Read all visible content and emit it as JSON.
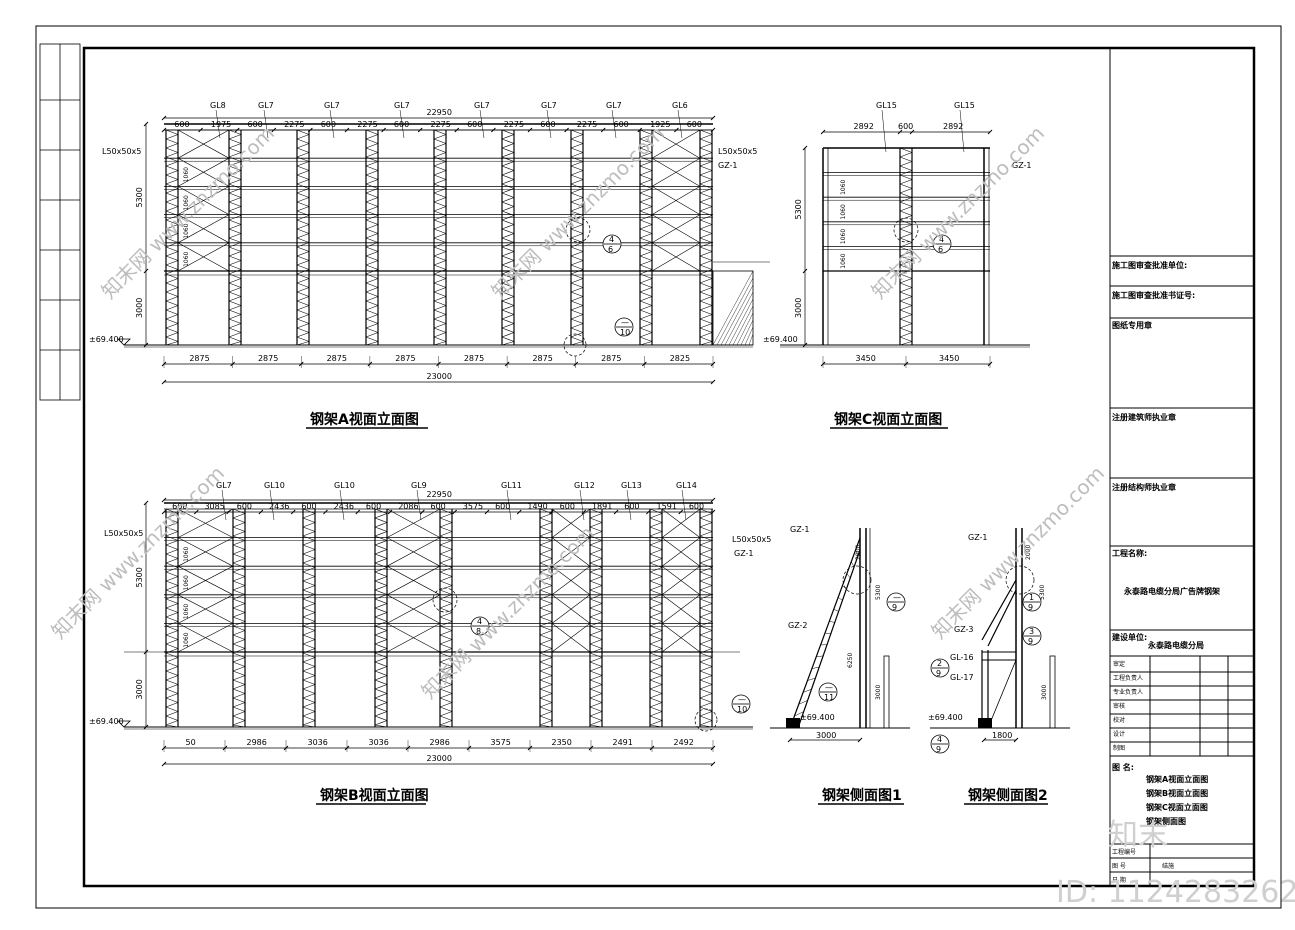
{
  "views": {
    "a": {
      "title": "钢架A视面立面图",
      "top_total": "22950",
      "bottom_total": "23000",
      "col_labels": [
        "GL8",
        "GL7",
        "GL7",
        "GL7",
        "GL7",
        "GL7",
        "GL7",
        "GL6"
      ],
      "top_dims": [
        "600",
        "1975",
        "600",
        "2275",
        "600",
        "2275",
        "600",
        "2275",
        "600",
        "2275",
        "600",
        "2275",
        "600",
        "1925",
        "600"
      ],
      "bottom_dims": [
        "2875",
        "2875",
        "2875",
        "2875",
        "2875",
        "2875",
        "2875",
        "2825"
      ],
      "left_dims": [
        "5300",
        "3000"
      ],
      "row_dims": [
        "1060",
        "1060",
        "1060",
        "1060"
      ],
      "section_tag": "L50x50x5",
      "right_tag": "L50x50x5",
      "gz_tag": "GZ-1",
      "callout_top": "4",
      "callout_bottom": "6",
      "callout2_top": "—",
      "callout2_bottom": "10",
      "elev": "±69.400"
    },
    "c": {
      "title": "钢架C视面立面图",
      "col_labels": [
        "GL15",
        "GL15"
      ],
      "top_dims": [
        "2892",
        "600",
        "2892"
      ],
      "bottom_dims": [
        "3450",
        "3450"
      ],
      "left_dims": [
        "5300",
        "3000"
      ],
      "row_dims": [
        "1060",
        "1060",
        "1060",
        "1060"
      ],
      "gz_tag": "GZ-1",
      "callout_top": "4",
      "callout_bottom": "6",
      "elev": "±69.400"
    },
    "b": {
      "title": "钢架B视面立面图",
      "top_total": "22950",
      "bottom_total": "23000",
      "col_labels": [
        "GL7",
        "GL10",
        "GL10",
        "GL9",
        "GL11",
        "GL12",
        "GL13",
        "GL14"
      ],
      "top_dims": [
        "600",
        "3085",
        "600",
        "2436",
        "600",
        "2436",
        "600",
        "2086",
        "600",
        "3575",
        "600",
        "1490",
        "600",
        "1891",
        "600",
        "1591",
        "600"
      ],
      "bottom_dims": [
        "50",
        "2986",
        "3036",
        "3036",
        "2986",
        "3575",
        "2350",
        "2491",
        "2492"
      ],
      "left_dims": [
        "5300",
        "3000"
      ],
      "row_dims": [
        "1060",
        "1060",
        "1060",
        "1060"
      ],
      "section_tag": "L50x50x5",
      "right_tag": "L50x50x5",
      "gz_tag": "GZ-1",
      "callout_top": "4",
      "callout_bottom": "8",
      "callout2_top": "—",
      "callout2_bottom": "10",
      "elev": "±69.400"
    },
    "s1": {
      "title": "钢架侧面图1",
      "gz1": "GZ-1",
      "gz2": "GZ-2",
      "dims_v": [
        "2000",
        "5300",
        "6250",
        "3000"
      ],
      "bottom_dim": "3000",
      "callout_top": "—",
      "callout_bottom": "9",
      "callout2_top": "—",
      "callout2_bottom": "11",
      "elev": "±69.400"
    },
    "s2": {
      "title": "钢架侧面图2",
      "gz1": "GZ-1",
      "gz3": "GZ-3",
      "gl16": "GL-16",
      "gl17": "GL-17",
      "dims_v": [
        "2000",
        "5300",
        "3000"
      ],
      "bottom_dim": "1800",
      "c1_top": "1",
      "c1_bottom": "9",
      "c2_top": "3",
      "c2_bottom": "9",
      "c3_top": "2",
      "c3_bottom": "9",
      "c4_top": "4",
      "c4_bottom": "9",
      "elev": "±69.400"
    }
  },
  "title_block": {
    "r1": "施工图审查批准单位:",
    "r2": "施工图审查批准书证号:",
    "r3": "图纸专用章",
    "r4": "注册建筑师执业章",
    "r5": "注册结构师执业章",
    "r6_label": "工程名称:",
    "r6_value": "永泰路电缆分局广告牌钢架",
    "r7_label": "建设单位:",
    "r7_value": "永泰路电缆分局",
    "roles": [
      "审定",
      "工程负责人",
      "专业负责人",
      "审核",
      "校对",
      "设计",
      "制图"
    ],
    "tuming_label": "图 名:",
    "tuming_lines": [
      "钢架A视面立面图",
      "钢架B视面立面图",
      "钢架C视面立面图",
      "钢架侧面图"
    ],
    "gongcheng": "工程编号",
    "tuhao": "图 号",
    "tuhao_val": "结施",
    "riqi": "日 期"
  },
  "watermark": {
    "brand": "知末网 www.znzmo.com",
    "logo": "知末",
    "id_text": "ID: 1124283262"
  }
}
